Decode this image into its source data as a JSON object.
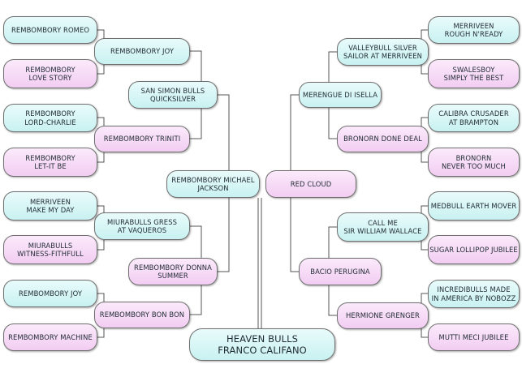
{
  "pedigree": {
    "subject": {
      "name": "HEAVEN BULLS\nFRANCO CALIFANO",
      "sex": "male"
    },
    "sire": {
      "name": "REMBOMBORY MICHAEL\nJACKSON",
      "sex": "male"
    },
    "dam": {
      "name": "RED CLOUD",
      "sex": "female"
    },
    "sire_line": {
      "sire": {
        "name": "SAN SIMON BULLS\nQUICKSILVER",
        "sex": "male"
      },
      "sire_sire": {
        "name": "REMBOMBORY JOY",
        "sex": "male"
      },
      "sire_sire_sire": {
        "name": "REMBOMBORY ROMEO",
        "sex": "male"
      },
      "sire_sire_dam": {
        "name": "REMBOMBORY\nLOVE STORY",
        "sex": "female"
      },
      "sire_dam": {
        "name": "REMBOMBORY TRINITI",
        "sex": "female"
      },
      "sire_dam_sire": {
        "name": "REMBOMBORY\nLORD-CHARLIE",
        "sex": "male"
      },
      "sire_dam_dam": {
        "name": "REMBOMBORY\nLET-IT BE",
        "sex": "female"
      },
      "dam": {
        "name": "REMBOMBORY DONNA\nSUMMER",
        "sex": "female"
      },
      "dam_sire": {
        "name": "MIURABULLS GRESS\nAT VAQUEROS",
        "sex": "male"
      },
      "dam_sire_sire": {
        "name": "MERRIVEEN\nMAKE MY DAY",
        "sex": "male"
      },
      "dam_sire_dam": {
        "name": "MIURABULLS\nWITNESS-FITHFULL",
        "sex": "female"
      },
      "dam_dam": {
        "name": "REMBOMBORY BON BON",
        "sex": "female"
      },
      "dam_dam_sire": {
        "name": "REMBOMBORY JOY",
        "sex": "male"
      },
      "dam_dam_dam": {
        "name": "REMBOMBORY MACHINE",
        "sex": "female"
      }
    },
    "dam_line": {
      "sire": {
        "name": "MERENGUE DI ISELLA",
        "sex": "male"
      },
      "sire_sire": {
        "name": "VALLEYBULL SILVER\nSAILOR AT MERRIVEEN",
        "sex": "male"
      },
      "sire_sire_sire": {
        "name": "MERRIVEEN\nROUGH N'READY",
        "sex": "male"
      },
      "sire_sire_dam": {
        "name": "SWALESBOY\nSIMPLY THE BEST",
        "sex": "female"
      },
      "sire_dam": {
        "name": "BRONORN DONE DEAL",
        "sex": "female"
      },
      "sire_dam_sire": {
        "name": "CALIBRA CRUSADER\nAT BRAMPTON",
        "sex": "male"
      },
      "sire_dam_dam": {
        "name": "BRONORN\nNEVER TOO MUCH",
        "sex": "female"
      },
      "dam": {
        "name": "BACIO PERUGINA",
        "sex": "female"
      },
      "dam_sire": {
        "name": "CALL ME\nSIR WILLIAM WALLACE",
        "sex": "male"
      },
      "dam_sire_sire": {
        "name": "MEDBULL EARTH MOVER",
        "sex": "male"
      },
      "dam_sire_dam": {
        "name": "SUGAR LOLLIPOP JUBILEE",
        "sex": "female"
      },
      "dam_dam": {
        "name": "HERMIONE GRENGER",
        "sex": "female"
      },
      "dam_dam_sire": {
        "name": "INCREDIBULLS MADE\nIN AMERICA BY NOBOZZ",
        "sex": "male"
      },
      "dam_dam_dam": {
        "name": "MUTTI MECI JUBILEE",
        "sex": "female"
      }
    }
  },
  "colors": {
    "male": "#d4f4f4",
    "female": "#f6d8f6",
    "border": "#6f6f6f",
    "line": "#555555"
  }
}
